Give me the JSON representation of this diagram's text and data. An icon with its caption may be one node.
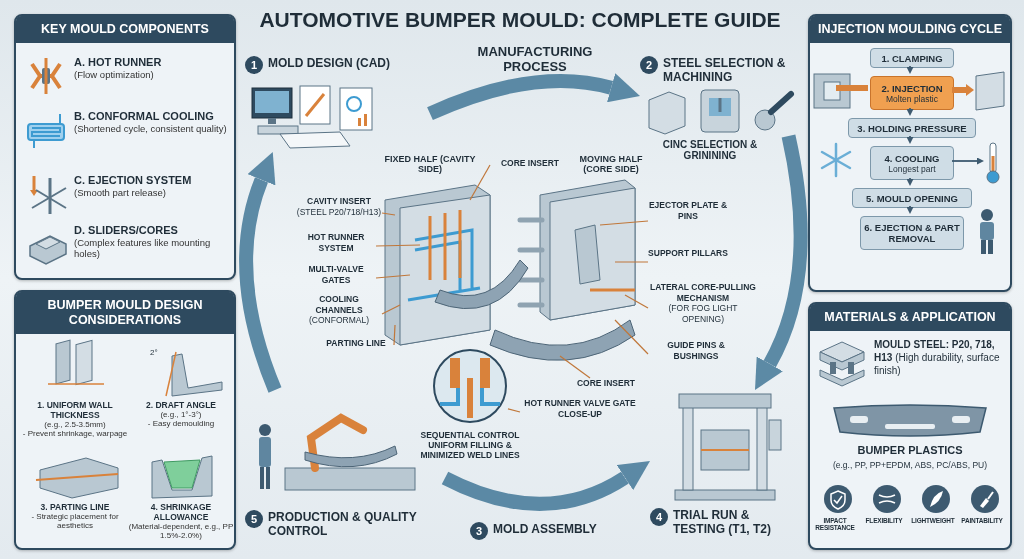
{
  "diagram": {
    "title": "AUTOMOTIVE BUMPER MOULD: COMPLETE GUIDE",
    "nodes": [
      {
        "text": [
          "KEY MOULD COMPONENTS"
        ]
      },
      {
        "text": [
          "A. HOT RUNNER",
          "(Flow optimization)"
        ],
        "in": 0
      },
      {
        "text": [
          "B. CONFORMAL COOLING",
          "(Shortened cycle, consistent quality)"
        ],
        "in": 0
      },
      {
        "text": [
          "C. EJECTION SYSTEM",
          "(Smooth part release)"
        ],
        "in": 0
      },
      {
        "text": [
          "D. SLIDERS/CORES",
          "(Complex features like mounting holes)"
        ],
        "in": 0
      },
      {
        "text": [
          "BUMPER MOULD DESIGN CONSIDERATIONS"
        ]
      },
      {
        "text": [
          "1. UNIFORM WALL THICKNESS",
          "(e.g., 2.5-3.5mm)",
          "- Prevent shrinkage, warpage"
        ],
        "in": 5
      },
      {
        "text": [
          "2. DRAFT ANGLE",
          "(e.g., 1°-3°)",
          "- Easy demoulding"
        ],
        "in": 5
      },
      {
        "text": [
          "3. PARTING LINE",
          "- Strategic placement for aesthetics"
        ],
        "in": 5
      },
      {
        "text": [
          "4. SHRINKAGE ALLOWANCE",
          "(Material-dependent, e.g., PP 1.5%-2.0%)"
        ],
        "in": 5
      },
      {
        "text": [
          "INJECTION MOULDING CYCLE"
        ]
      },
      {
        "text": [
          "1. CLAMPING"
        ],
        "in": 10
      },
      {
        "text": [
          "2. INJECTION",
          "Molten plastic"
        ],
        "in": 10
      },
      {
        "text": [
          "3. HOLDING PRESSURE"
        ],
        "in": 10
      },
      {
        "text": [
          "4. COOLING",
          "Longest part"
        ],
        "in": 10
      },
      {
        "text": [
          "5. MOULD OPENING"
        ],
        "in": 10
      },
      {
        "text": [
          "6. EJECTION & PART REMOVAL"
        ],
        "in": 10
      },
      {
        "text": [],
        "shape": "picture",
        "in": 10
      },
      {
        "text": [
          "MATERIALS & APPLICATION"
        ]
      },
      {
        "text": [
          "1",
          "MOLD DESIGN (CAD)"
        ]
      },
      {
        "text": [
          "2",
          "STEEL SELECTION & MACHINING"
        ]
      },
      {
        "text": [
          "3",
          "MOLD ASSEMBLY"
        ]
      },
      {
        "text": [
          "4",
          "TRIAL RUN & TESTING (T1, T2)"
        ]
      },
      {
        "text": [
          "5",
          "PRODUCTION & QUALITY CONTROL"
        ]
      },
      {
        "text": [
          "CORE INSERT"
        ]
      },
      {
        "text": [
          "CAVITY INSERT",
          "(STEEL P20/718/H13)"
        ]
      },
      {
        "text": [
          "HOT RUNNER SYSTEM"
        ]
      },
      {
        "text": [
          "MULTI-VALVE GATES"
        ]
      },
      {
        "text": [
          "COOLING CHANNELS",
          "(CONFORMAL)"
        ]
      },
      {
        "text": [
          "PARTING LINE"
        ]
      },
      {
        "text": [
          "EJECTOR PLATE & PINS"
        ]
      },
      {
        "text": [
          "SUPPORT PILLARS"
        ]
      },
      {
        "text": [
          "LATERAL CORE-PULLING MECHANISM",
          "(FOR FOG LIGHT OPENING)"
        ]
      },
      {
        "text": [
          "GUIDE PINS & BUSHINGS"
        ]
      },
      {
        "text": [
          "CORE INSERT"
        ]
      },
      {
        "text": [
          "HOT RUNNER VALVE GATE CLOSE-UP"
        ]
      },
      {
        "text": [],
        "shape": "circle"
      }
    ],
    "edges": [
      {
        "from": 11,
        "to": 12,
        "arrow": "to",
        "color": "#3d5a70"
      },
      {
        "from": 12,
        "to": 13,
        "arrow": "to",
        "color": "#3d5a70"
      },
      {
        "from": 13,
        "to": 14,
        "arrow": "to",
        "color": "#3d5a70"
      },
      {
        "from": 14,
        "to": 15,
        "arrow": "to",
        "color": "#3d5a70"
      },
      {
        "from": 15,
        "to": 16,
        "arrow": "to",
        "color": "#3d5a70"
      },
      {
        "from": 14,
        "to": 17,
        "arrow": "to",
        "color": "#3d5a70"
      },
      {
        "from": 19,
        "to": 20,
        "arrow": "to",
        "style": "thick",
        "color": "#4d7f9d"
      },
      {
        "from": 20,
        "to": 22,
        "arrow": "to",
        "style": "thick",
        "color": "#4d7f9d"
      },
      {
        "from": 23,
        "to": 22,
        "arrow": "to",
        "style": "thick",
        "color": "#4d7f9d"
      },
      {
        "from": 23,
        "to": 19,
        "arrow": "to",
        "style": "thick",
        "color": "#4d7f9d"
      },
      {
        "from": 24,
        "to": null,
        "arrow": "none"
      },
      {
        "from": 25,
        "to": null,
        "arrow": "none"
      },
      {
        "from": 26,
        "to": null,
        "arrow": "none"
      },
      {
        "from": 27,
        "to": null,
        "arrow": "none"
      },
      {
        "from": 28,
        "to": null,
        "arrow": "none"
      },
      {
        "from": 29,
        "to": null,
        "arrow": "none"
      },
      {
        "from": 30,
        "to": null,
        "arrow": "none"
      },
      {
        "from": 31,
        "to": null,
        "arrow": "none"
      },
      {
        "from": 32,
        "to": null,
        "arrow": "none"
      },
      {
        "from": 33,
        "to": null,
        "arrow": "none"
      },
      {
        "from": 34,
        "to": null,
        "arrow": "none"
      },
      {
        "from": 35,
        "to": 36,
        "arrow": "none"
      }
    ],
    "labels": [
      "MANUFACTURING PROCESS",
      "CINC SELECTION & GRININING",
      "FIXED HALF (CAVITY SIDE)",
      "MOVING HALF (CORE SIDE)",
      "2°",
      "SEQUENTIAL CONTROL UNIFORM FILLING & MINIMIZED WELD LINES",
      "**MOULD STEEL: P20, 718, H13** (High durability, surface finish)",
      "BUMPER PLASTICS",
      "(e.g., PP, PP+EPDM, ABS, PC/ABS, PU)",
      "IMPACT RESISTANCE",
      "FLEXIBILITY",
      "LIGHTWEIGHT",
      "PAINTABILITY"
    ]
  }
}
